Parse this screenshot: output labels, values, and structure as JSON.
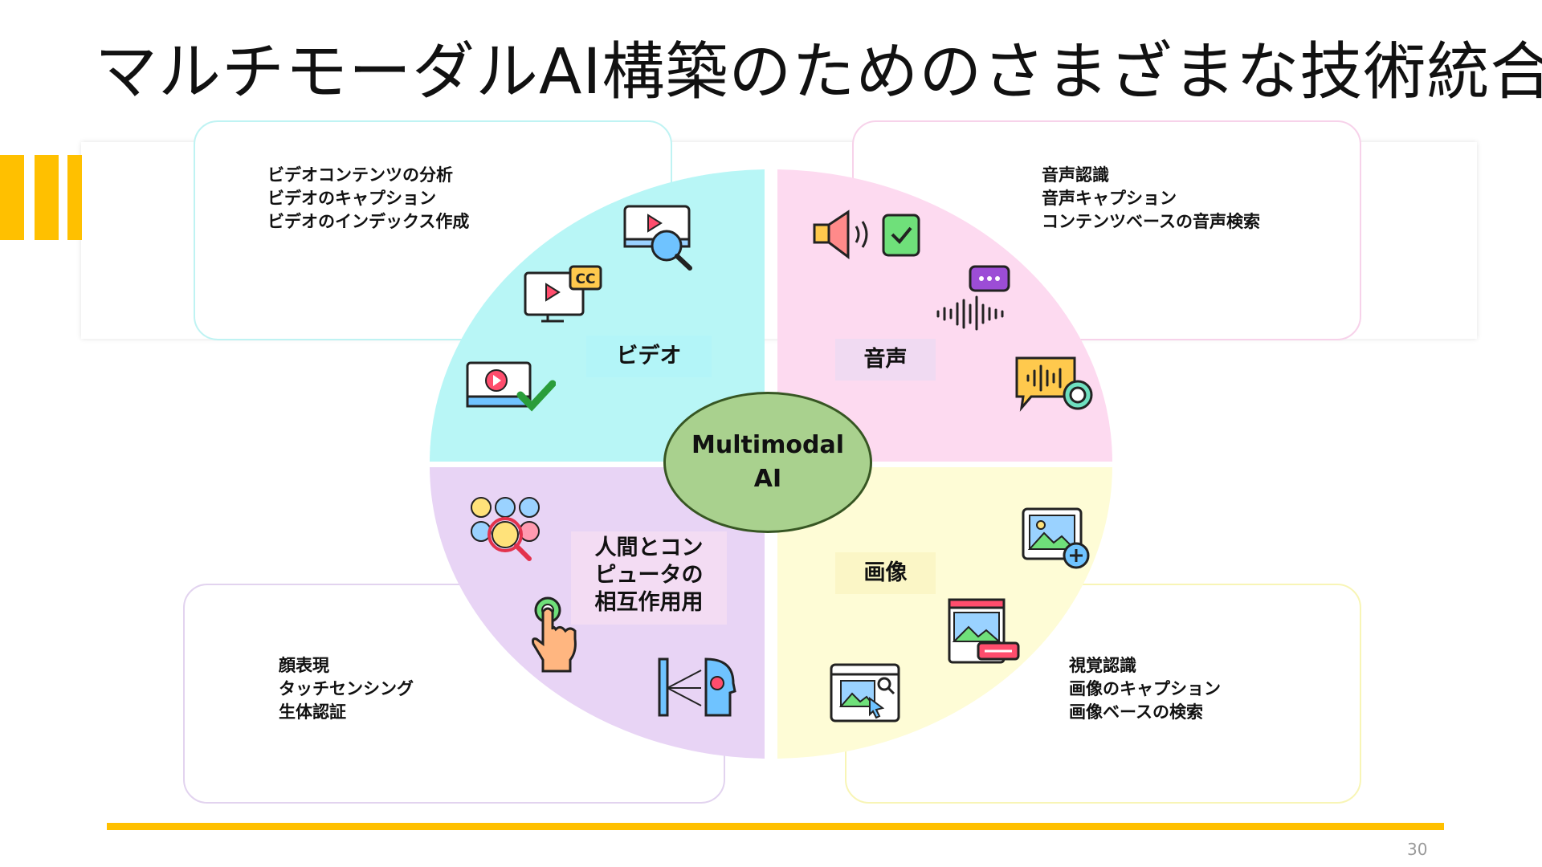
{
  "slide": {
    "title": "マルチモーダルAI構築のためのさまざまな技術統合",
    "page_number": "30",
    "accent_color": "#ffc000"
  },
  "center": {
    "line1": "Multimodal",
    "line2": "AI",
    "fill": "#a9d18e"
  },
  "quadrants": {
    "video": {
      "label": "ビデオ",
      "fill": "#b8f6f6",
      "items": [
        "ビデオコンテンツの分析",
        "ビデオのキャプション",
        "ビデオのインデックス作成"
      ]
    },
    "audio": {
      "label": "音声",
      "fill": "#fddaf0",
      "items": [
        "音声認識",
        "音声キャプション",
        "コンテンツベースの音声検索"
      ]
    },
    "hci": {
      "label_lines": [
        "人間とコン",
        "ピュータの",
        "相互作用用"
      ],
      "fill": "#e8d4f5",
      "items": [
        "顔表現",
        "タッチセンシング",
        "生体認証"
      ]
    },
    "image": {
      "label": "画像",
      "fill": "#fefcd6",
      "items": [
        "視覚認識",
        "画像のキャプション",
        "画像ベースの検索"
      ]
    }
  },
  "icons": {
    "video": [
      "video-search-icon",
      "video-caption-icon",
      "video-approved-icon"
    ],
    "audio": [
      "speaker-check-icon",
      "voice-wave-chat-icon",
      "audio-search-icon"
    ],
    "hci": [
      "emotion-faces-icon",
      "touch-hand-icon",
      "face-scan-icon"
    ],
    "image": [
      "image-add-icon",
      "image-caption-icon",
      "image-search-window-icon"
    ]
  }
}
